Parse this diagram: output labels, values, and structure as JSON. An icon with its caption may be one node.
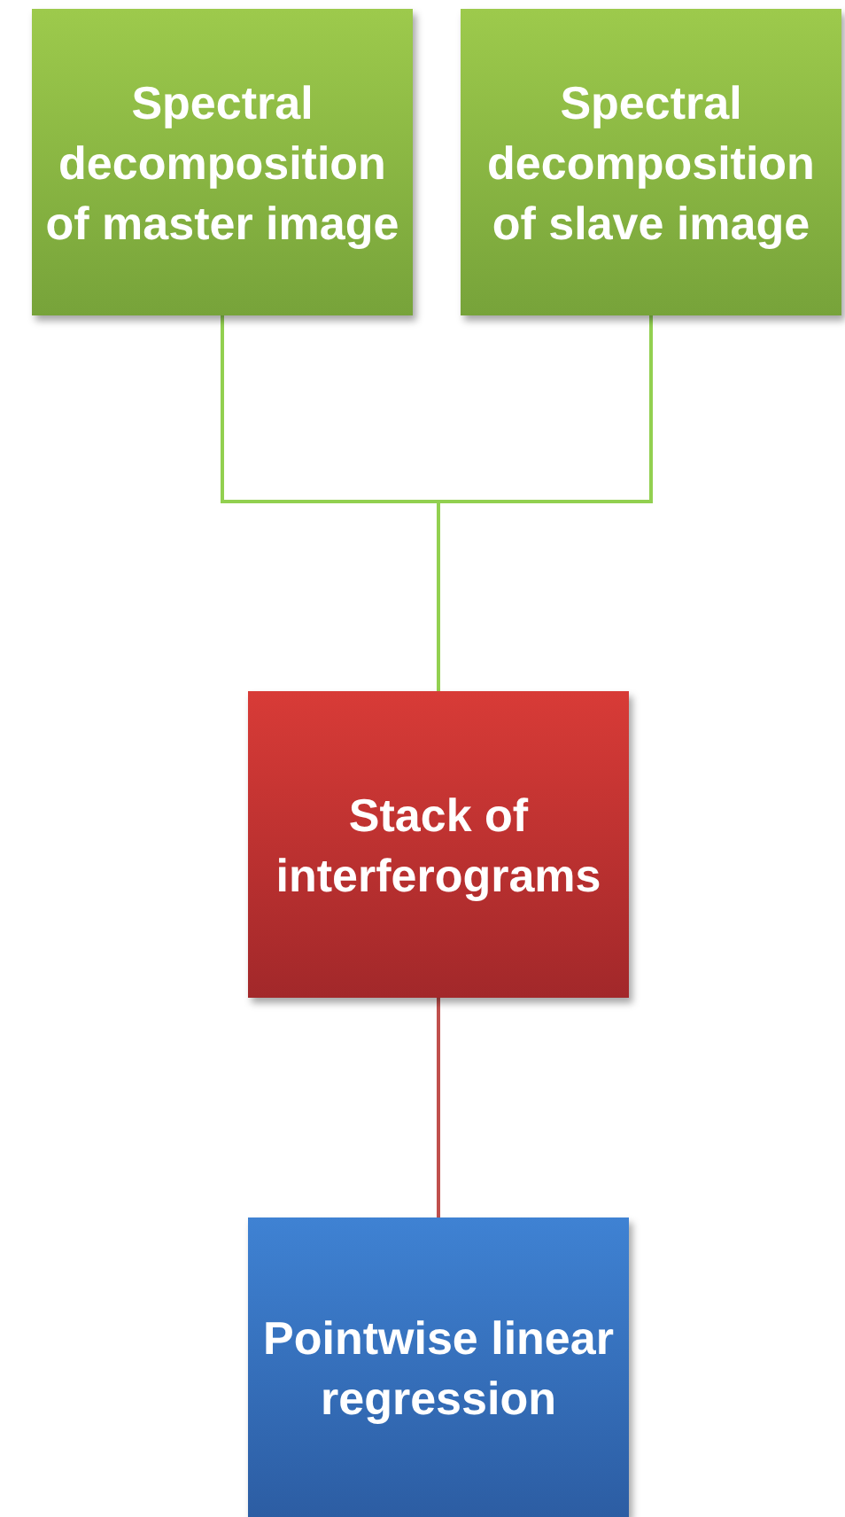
{
  "diagram": {
    "nodes": [
      {
        "text": [
          "Spectral decomposition of master image"
        ]
      },
      {
        "text": [
          "Spectral decomposition of slave image"
        ]
      },
      {
        "text": [
          "Stack of interferograms"
        ]
      },
      {
        "text": [
          "Pointwise linear regression"
        ]
      }
    ],
    "edges": [
      {
        "from": 0,
        "to": 2,
        "arrow": "none"
      },
      {
        "from": 1,
        "to": 2,
        "arrow": "none"
      },
      {
        "from": 2,
        "to": 3,
        "arrow": "none",
        "color": "#c0504d"
      }
    ]
  }
}
